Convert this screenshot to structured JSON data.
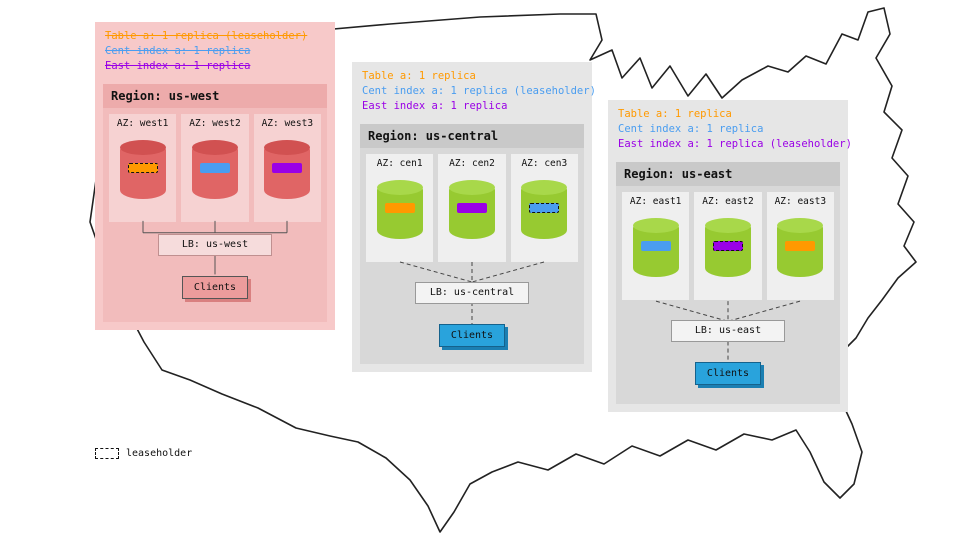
{
  "legend": {
    "label": "leaseholder"
  },
  "colors": {
    "table_a": "#ff9900",
    "cent_index_a": "#4a9df0",
    "east_index_a": "#9a00e6",
    "west_cylinder": "#e06565",
    "green_cylinder": "#97ca31",
    "clients_blue": "#29a3dc",
    "west_panel_pink": "#f7c9c9",
    "gray_panel": "#e6e6e6"
  },
  "regions": [
    {
      "name": "us-west",
      "title": "Region: us-west",
      "annotations": [
        {
          "text": "Table a: 1 replica (leaseholder)",
          "color": "table_a",
          "strikethrough": true
        },
        {
          "text": "Cent index a: 1 replica",
          "color": "cent_index_a",
          "strikethrough": true
        },
        {
          "text": "East index a: 1 replica",
          "color": "east_index_a",
          "strikethrough": true
        }
      ],
      "azs": [
        {
          "label": "AZ: west1",
          "replica": "table_a",
          "leaseholder": true
        },
        {
          "label": "AZ: west2",
          "replica": "cent_index_a",
          "leaseholder": false
        },
        {
          "label": "AZ: west3",
          "replica": "east_index_a",
          "leaseholder": false
        }
      ],
      "lb_label": "LB: us-west",
      "clients_label": "Clients"
    },
    {
      "name": "us-central",
      "title": "Region: us-central",
      "annotations": [
        {
          "text": "Table a: 1 replica",
          "color": "table_a",
          "strikethrough": false
        },
        {
          "text": "Cent index a: 1 replica (leaseholder)",
          "color": "cent_index_a",
          "strikethrough": false
        },
        {
          "text": "East index a: 1 replica",
          "color": "east_index_a",
          "strikethrough": false
        }
      ],
      "azs": [
        {
          "label": "AZ: cen1",
          "replica": "table_a",
          "leaseholder": false
        },
        {
          "label": "AZ: cen2",
          "replica": "east_index_a",
          "leaseholder": false
        },
        {
          "label": "AZ: cen3",
          "replica": "cent_index_a",
          "leaseholder": true
        }
      ],
      "lb_label": "LB: us-central",
      "clients_label": "Clients"
    },
    {
      "name": "us-east",
      "title": "Region: us-east",
      "annotations": [
        {
          "text": "Table a: 1 replica",
          "color": "table_a",
          "strikethrough": false
        },
        {
          "text": "Cent index a: 1 replica",
          "color": "cent_index_a",
          "strikethrough": false
        },
        {
          "text": "East index a: 1 replica (leaseholder)",
          "color": "east_index_a",
          "strikethrough": false
        }
      ],
      "azs": [
        {
          "label": "AZ: east1",
          "replica": "cent_index_a",
          "leaseholder": false
        },
        {
          "label": "AZ: east2",
          "replica": "east_index_a",
          "leaseholder": true
        },
        {
          "label": "AZ: east3",
          "replica": "table_a",
          "leaseholder": false
        }
      ],
      "lb_label": "LB: us-east",
      "clients_label": "Clients"
    }
  ]
}
